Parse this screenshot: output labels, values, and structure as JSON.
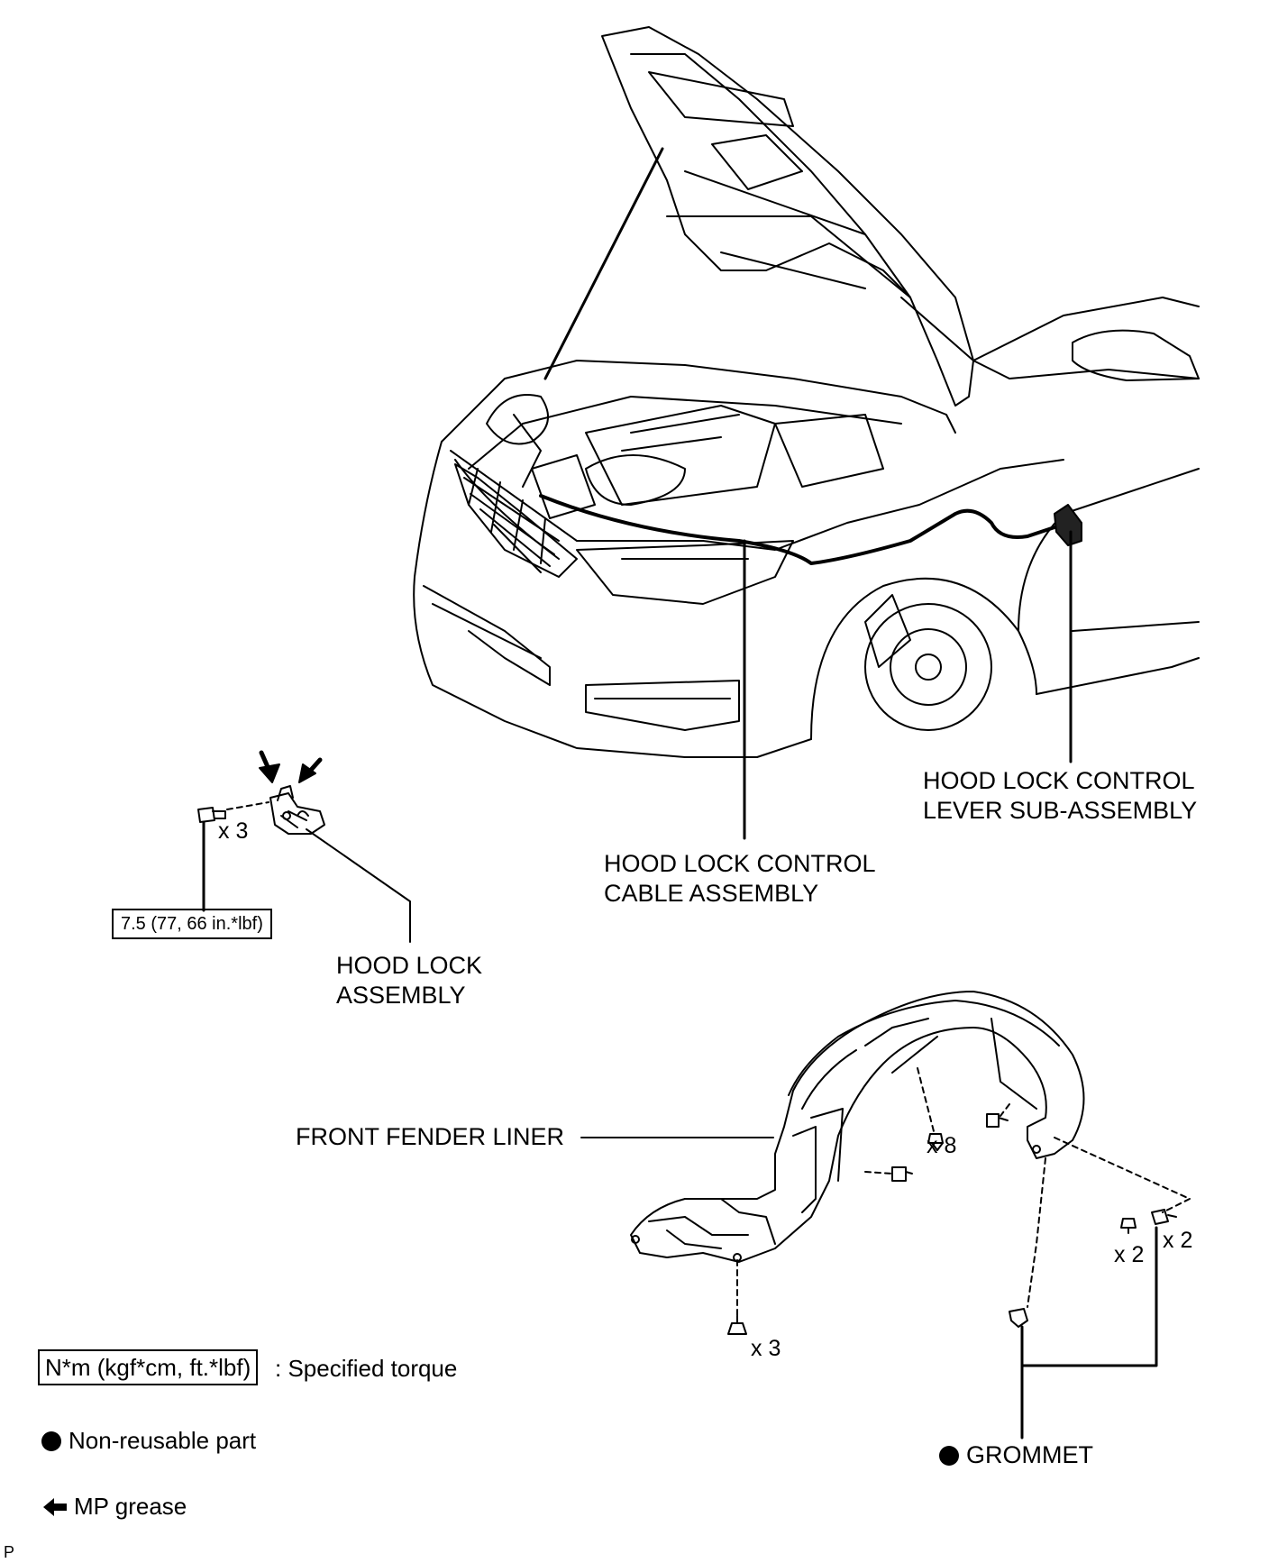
{
  "labels": {
    "hood_lock_control_lever": [
      "HOOD LOCK CONTROL",
      "LEVER SUB-ASSEMBLY"
    ],
    "hood_lock_control_cable": [
      "HOOD LOCK CONTROL",
      "CABLE ASSEMBLY"
    ],
    "hood_lock_assembly": [
      "HOOD LOCK",
      "ASSEMBLY"
    ],
    "front_fender_liner": "FRONT FENDER LINER",
    "grommet": "GROMMET"
  },
  "quantities": {
    "hood_lock_bolts": "x 3",
    "liner_upper_clips": "x 8",
    "liner_lower_screws": "x 3",
    "liner_rear_clips_a": "x 2",
    "liner_rear_clips_b": "x 2"
  },
  "torque": {
    "hood_lock_bolt": "7.5 (77, 66 in.*lbf)"
  },
  "legend": {
    "torque_format": "N*m (kgf*cm, ft.*lbf)",
    "torque_desc": ": Specified torque",
    "non_reusable": "Non-reusable part",
    "mp_grease": "MP grease"
  },
  "footer_mark": "P"
}
